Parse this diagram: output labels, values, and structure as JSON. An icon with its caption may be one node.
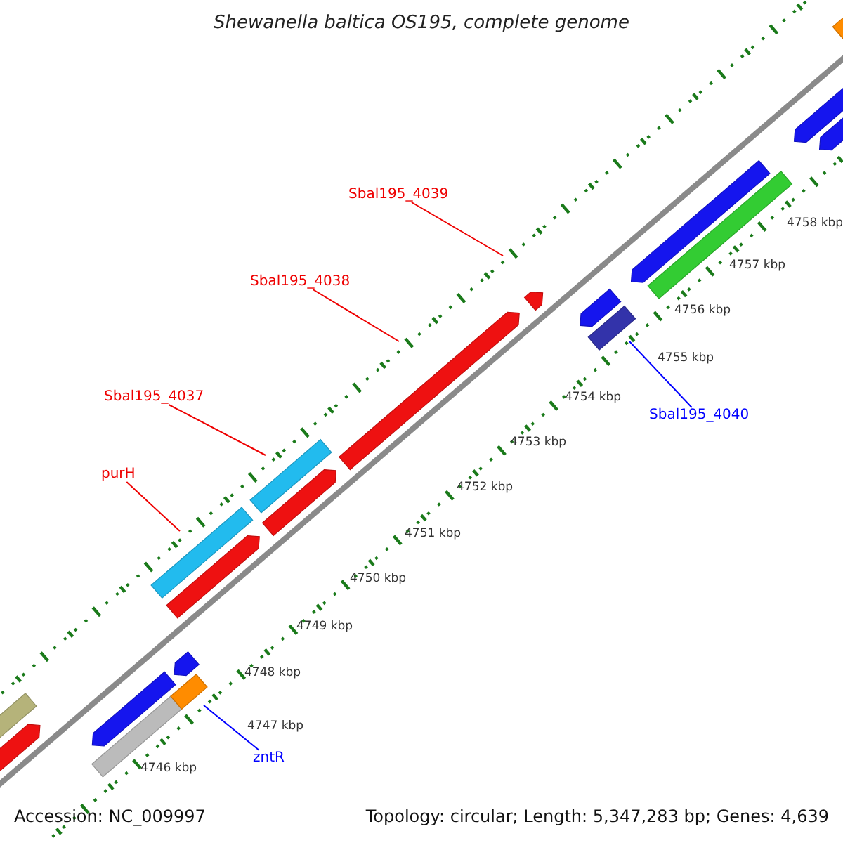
{
  "diagram": {
    "title": "Shewanella baltica OS195, complete genome",
    "nodes": [
      {
        "text": [
          "Sbal195_4039"
        ]
      },
      {
        "text": [
          "Sbal195_4038"
        ]
      },
      {
        "text": [
          "Sbal195_4037"
        ]
      },
      {
        "text": [
          "purH"
        ]
      },
      {
        "text": [
          "Sbal195_4040"
        ]
      },
      {
        "text": [
          "zntR"
        ]
      }
    ],
    "edges": [
      {
        "from": 0,
        "to": null,
        "arrow": "none"
      },
      {
        "from": 1,
        "to": null,
        "arrow": "none"
      },
      {
        "from": 2,
        "to": null,
        "arrow": "none"
      },
      {
        "from": 3,
        "to": null,
        "arrow": "none"
      },
      {
        "from": 4,
        "to": null,
        "arrow": "none",
        "color": "#0000ff"
      },
      {
        "from": 5,
        "to": null,
        "arrow": "none",
        "color": "#0000ff"
      }
    ],
    "labels": [
      "4758 kbp",
      "4757 kbp",
      "4756 kbp",
      "4755 kbp",
      "4754 kbp",
      "4753 kbp",
      "4752 kbp",
      "4751 kbp",
      "4750 kbp",
      "4749 kbp",
      "4748 kbp",
      "4747 kbp",
      "4746 kbp",
      "Accession: NC_009997",
      "Topology: circular; Length: 5,347,283 bp; Genes: 4,639"
    ]
  }
}
